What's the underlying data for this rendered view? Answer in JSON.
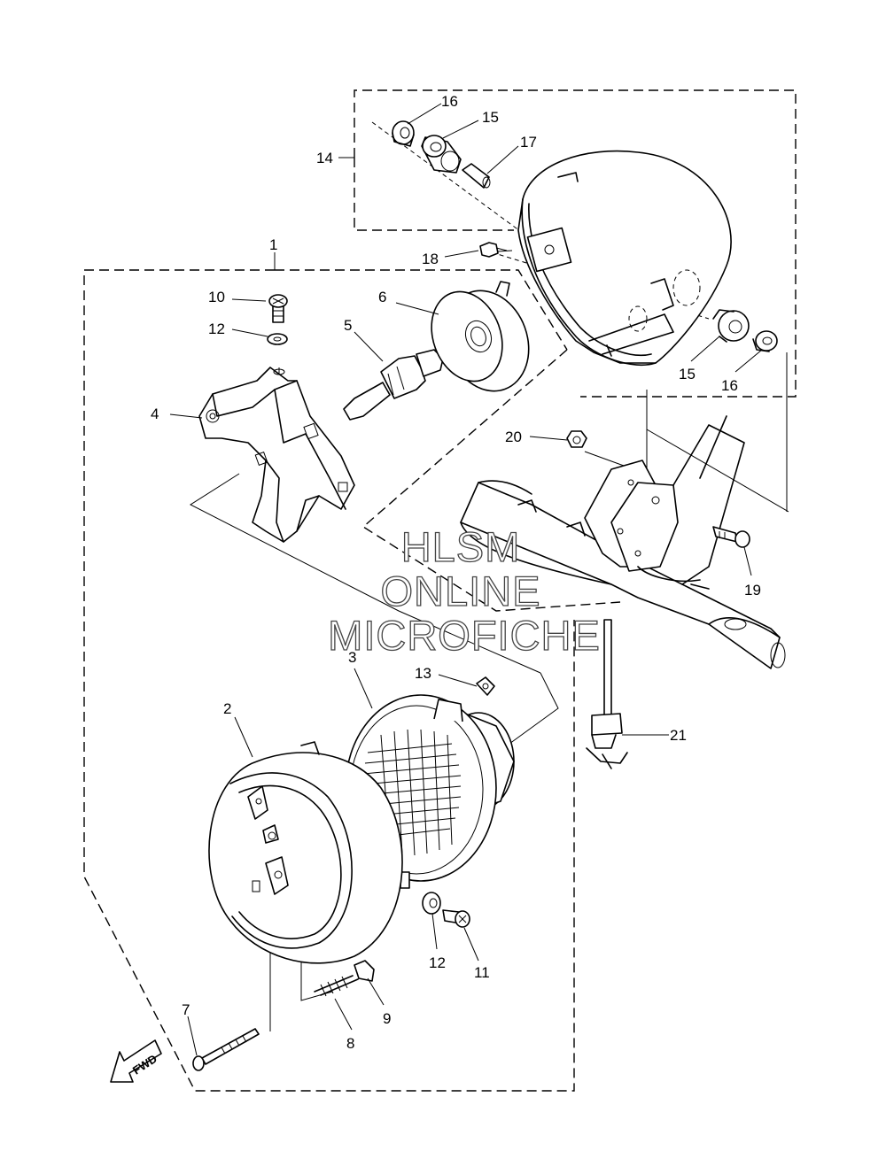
{
  "callouts": [
    {
      "id": "1",
      "text": "1"
    },
    {
      "id": "2",
      "text": "2"
    },
    {
      "id": "3",
      "text": "3"
    },
    {
      "id": "4",
      "text": "4"
    },
    {
      "id": "5",
      "text": "5"
    },
    {
      "id": "6",
      "text": "6"
    },
    {
      "id": "7",
      "text": "7"
    },
    {
      "id": "8",
      "text": "8"
    },
    {
      "id": "9",
      "text": "9"
    },
    {
      "id": "10",
      "text": "10"
    },
    {
      "id": "11",
      "text": "11"
    },
    {
      "id": "12a",
      "text": "12"
    },
    {
      "id": "12b",
      "text": "12"
    },
    {
      "id": "13",
      "text": "13"
    },
    {
      "id": "14",
      "text": "14"
    },
    {
      "id": "15a",
      "text": "15"
    },
    {
      "id": "15b",
      "text": "15"
    },
    {
      "id": "16a",
      "text": "16"
    },
    {
      "id": "16b",
      "text": "16"
    },
    {
      "id": "17",
      "text": "17"
    },
    {
      "id": "18",
      "text": "18"
    },
    {
      "id": "19",
      "text": "19"
    },
    {
      "id": "20",
      "text": "20"
    },
    {
      "id": "21",
      "text": "21"
    }
  ],
  "watermark": {
    "line1": "HLSM",
    "line2": "ONLINE",
    "line3": "MICROFICHE"
  },
  "direction_arrow": {
    "label": "FWD"
  },
  "colors": {
    "line": "#000000",
    "background": "#ffffff"
  }
}
